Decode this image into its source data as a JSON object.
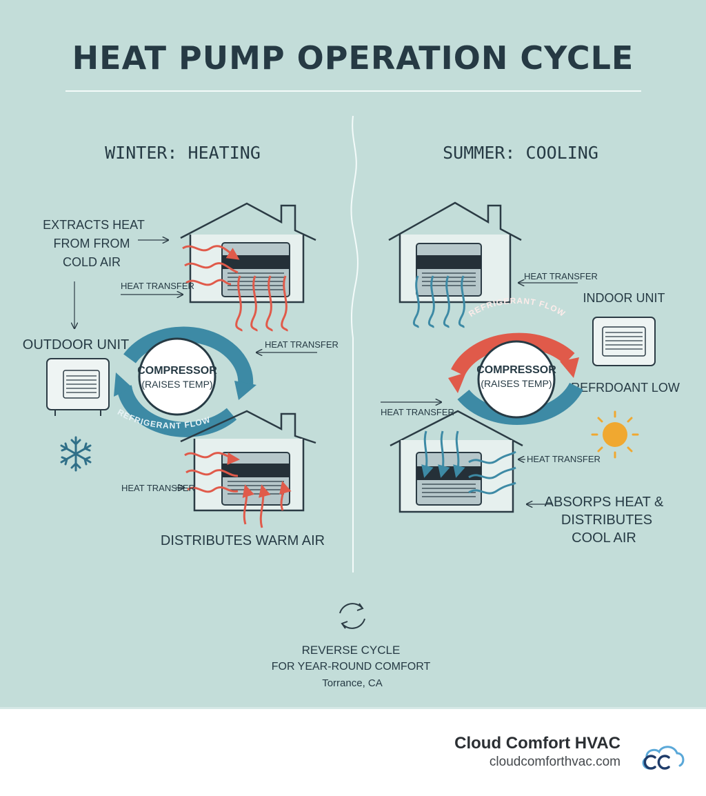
{
  "title": "HEAT PUMP OPERATION CYCLE",
  "winter": {
    "heading": "WINTER: HEATING",
    "extracts_line1": "EXTRACTS HEAT",
    "extracts_line2": "FROM FROM",
    "extracts_line3": "COLD AIR",
    "heat_transfer_top": "HEAT TRANSFER",
    "heat_transfer_mid": "HEAT TRANSFER",
    "heat_transfer_bottom": "HEAT TRANSFER",
    "outdoor_unit": "OUTDOOR UNIT",
    "compressor": "COMPRESSOR",
    "compressor_sub": "(RAISES TEMP)",
    "refrigerant_flow": "REFRIGERANT FLOW",
    "distributes": "DISTRIBUTES WARM AIR"
  },
  "summer": {
    "heading": "SUMMER: COOLING",
    "heat_transfer_top": "HEAT TRANSFER",
    "indoor_unit": "INDOOR UNIT",
    "refrigerant_flow": "REFRIGERANT FLOW",
    "compressor": "COMPRESSOR",
    "compressor_sub": "(RAISES TEMP)",
    "refrigerant_low": "REFRDOANT LOW",
    "heat_transfer_left": "HEAT TRANSFER",
    "heat_transfer_right": "HEAT TRANSFER",
    "absorbs_line1": "ABSORPS HEAT &",
    "absorbs_line2": "DISTRIBUTES",
    "absorbs_line3": "COOL AIR"
  },
  "center": {
    "reverse_line1": "REVERSE CYCLE",
    "reverse_line2": "FOR YEAR-ROUND COMFORT",
    "location": "Torrance, CA"
  },
  "footer": {
    "brand_name": "Cloud Comfort HVAC",
    "brand_url": "cloudcomforthvac.com"
  },
  "colors": {
    "background": "#c3ddd9",
    "dark": "#263a44",
    "heat_red": "#e05a4a",
    "cool_blue": "#3d8aa5",
    "sun": "#f0a830"
  },
  "icons": [
    "snowflake-icon",
    "sun-icon",
    "reverse-cycle-icon",
    "cloud-logo-icon"
  ]
}
